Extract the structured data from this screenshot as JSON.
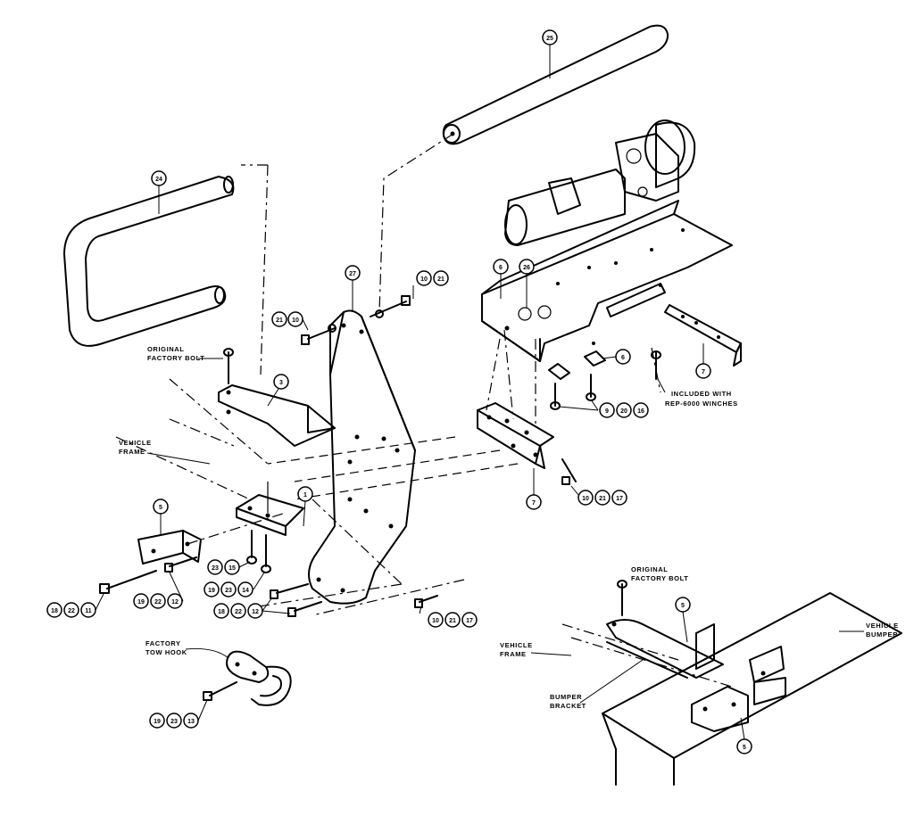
{
  "labels": {
    "original_factory_bolt": [
      "ORIGINAL",
      "FACTORY  BOLT"
    ],
    "vehicle_frame": [
      "VEHICLE",
      "FRAME"
    ],
    "factory_tow_hook": [
      "FACTORY",
      "TOW  HOOK"
    ],
    "included_with": [
      "INCLUDED  WITH",
      "REP-6000  WINCHES"
    ],
    "original_factory_bolt_2": [
      "ORIGINAL",
      "FACTORY  BOLT"
    ],
    "vehicle_frame_2": [
      "VEHICLE",
      "FRAME"
    ],
    "vehicle_bumper": [
      "VEHICLE",
      "BUMPER"
    ],
    "bumper_bracket": [
      "BUMPER",
      "BRACKET"
    ]
  },
  "callouts": {
    "c25": "25",
    "c24": "24",
    "c27": "27",
    "c10a": "10",
    "c21a": "21",
    "c21b": "21",
    "c10b": "10",
    "c3": "3",
    "c1": "1",
    "c5a": "5",
    "c6a": "6",
    "c26": "26",
    "c6b": "6",
    "c7a": "7",
    "c9": "9",
    "c20": "20",
    "c16": "16",
    "c7b": "7",
    "c10c": "10",
    "c21c": "21",
    "c17a": "17",
    "c23a": "23",
    "c15": "15",
    "c19a": "19",
    "c23b": "23",
    "c14": "14",
    "c18a": "18",
    "c22a": "22",
    "c11": "11",
    "c19b": "19",
    "c22b": "22",
    "c12a": "12",
    "c18b": "18",
    "c22c": "22",
    "c12b": "12",
    "c10d": "10",
    "c21d": "21",
    "c17b": "17",
    "c19c": "19",
    "c23c": "23",
    "c13": "13",
    "c5b": "5",
    "c5c": "5"
  }
}
